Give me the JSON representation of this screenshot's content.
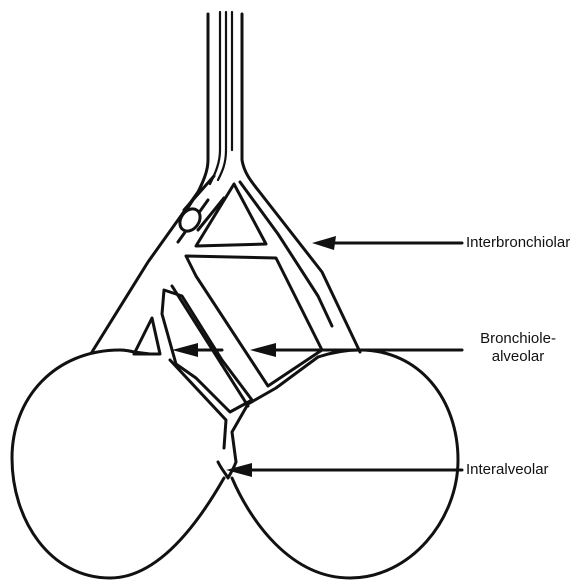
{
  "labels": {
    "interbronchiolar": "Interbronchiolar",
    "bronchiole_alveolar_line1": "Bronchiole-",
    "bronchiole_alveolar_line2": "alveolar",
    "interalveolar": "Interalveolar"
  },
  "colors": {
    "ink": "#111111",
    "background": "#ffffff"
  }
}
